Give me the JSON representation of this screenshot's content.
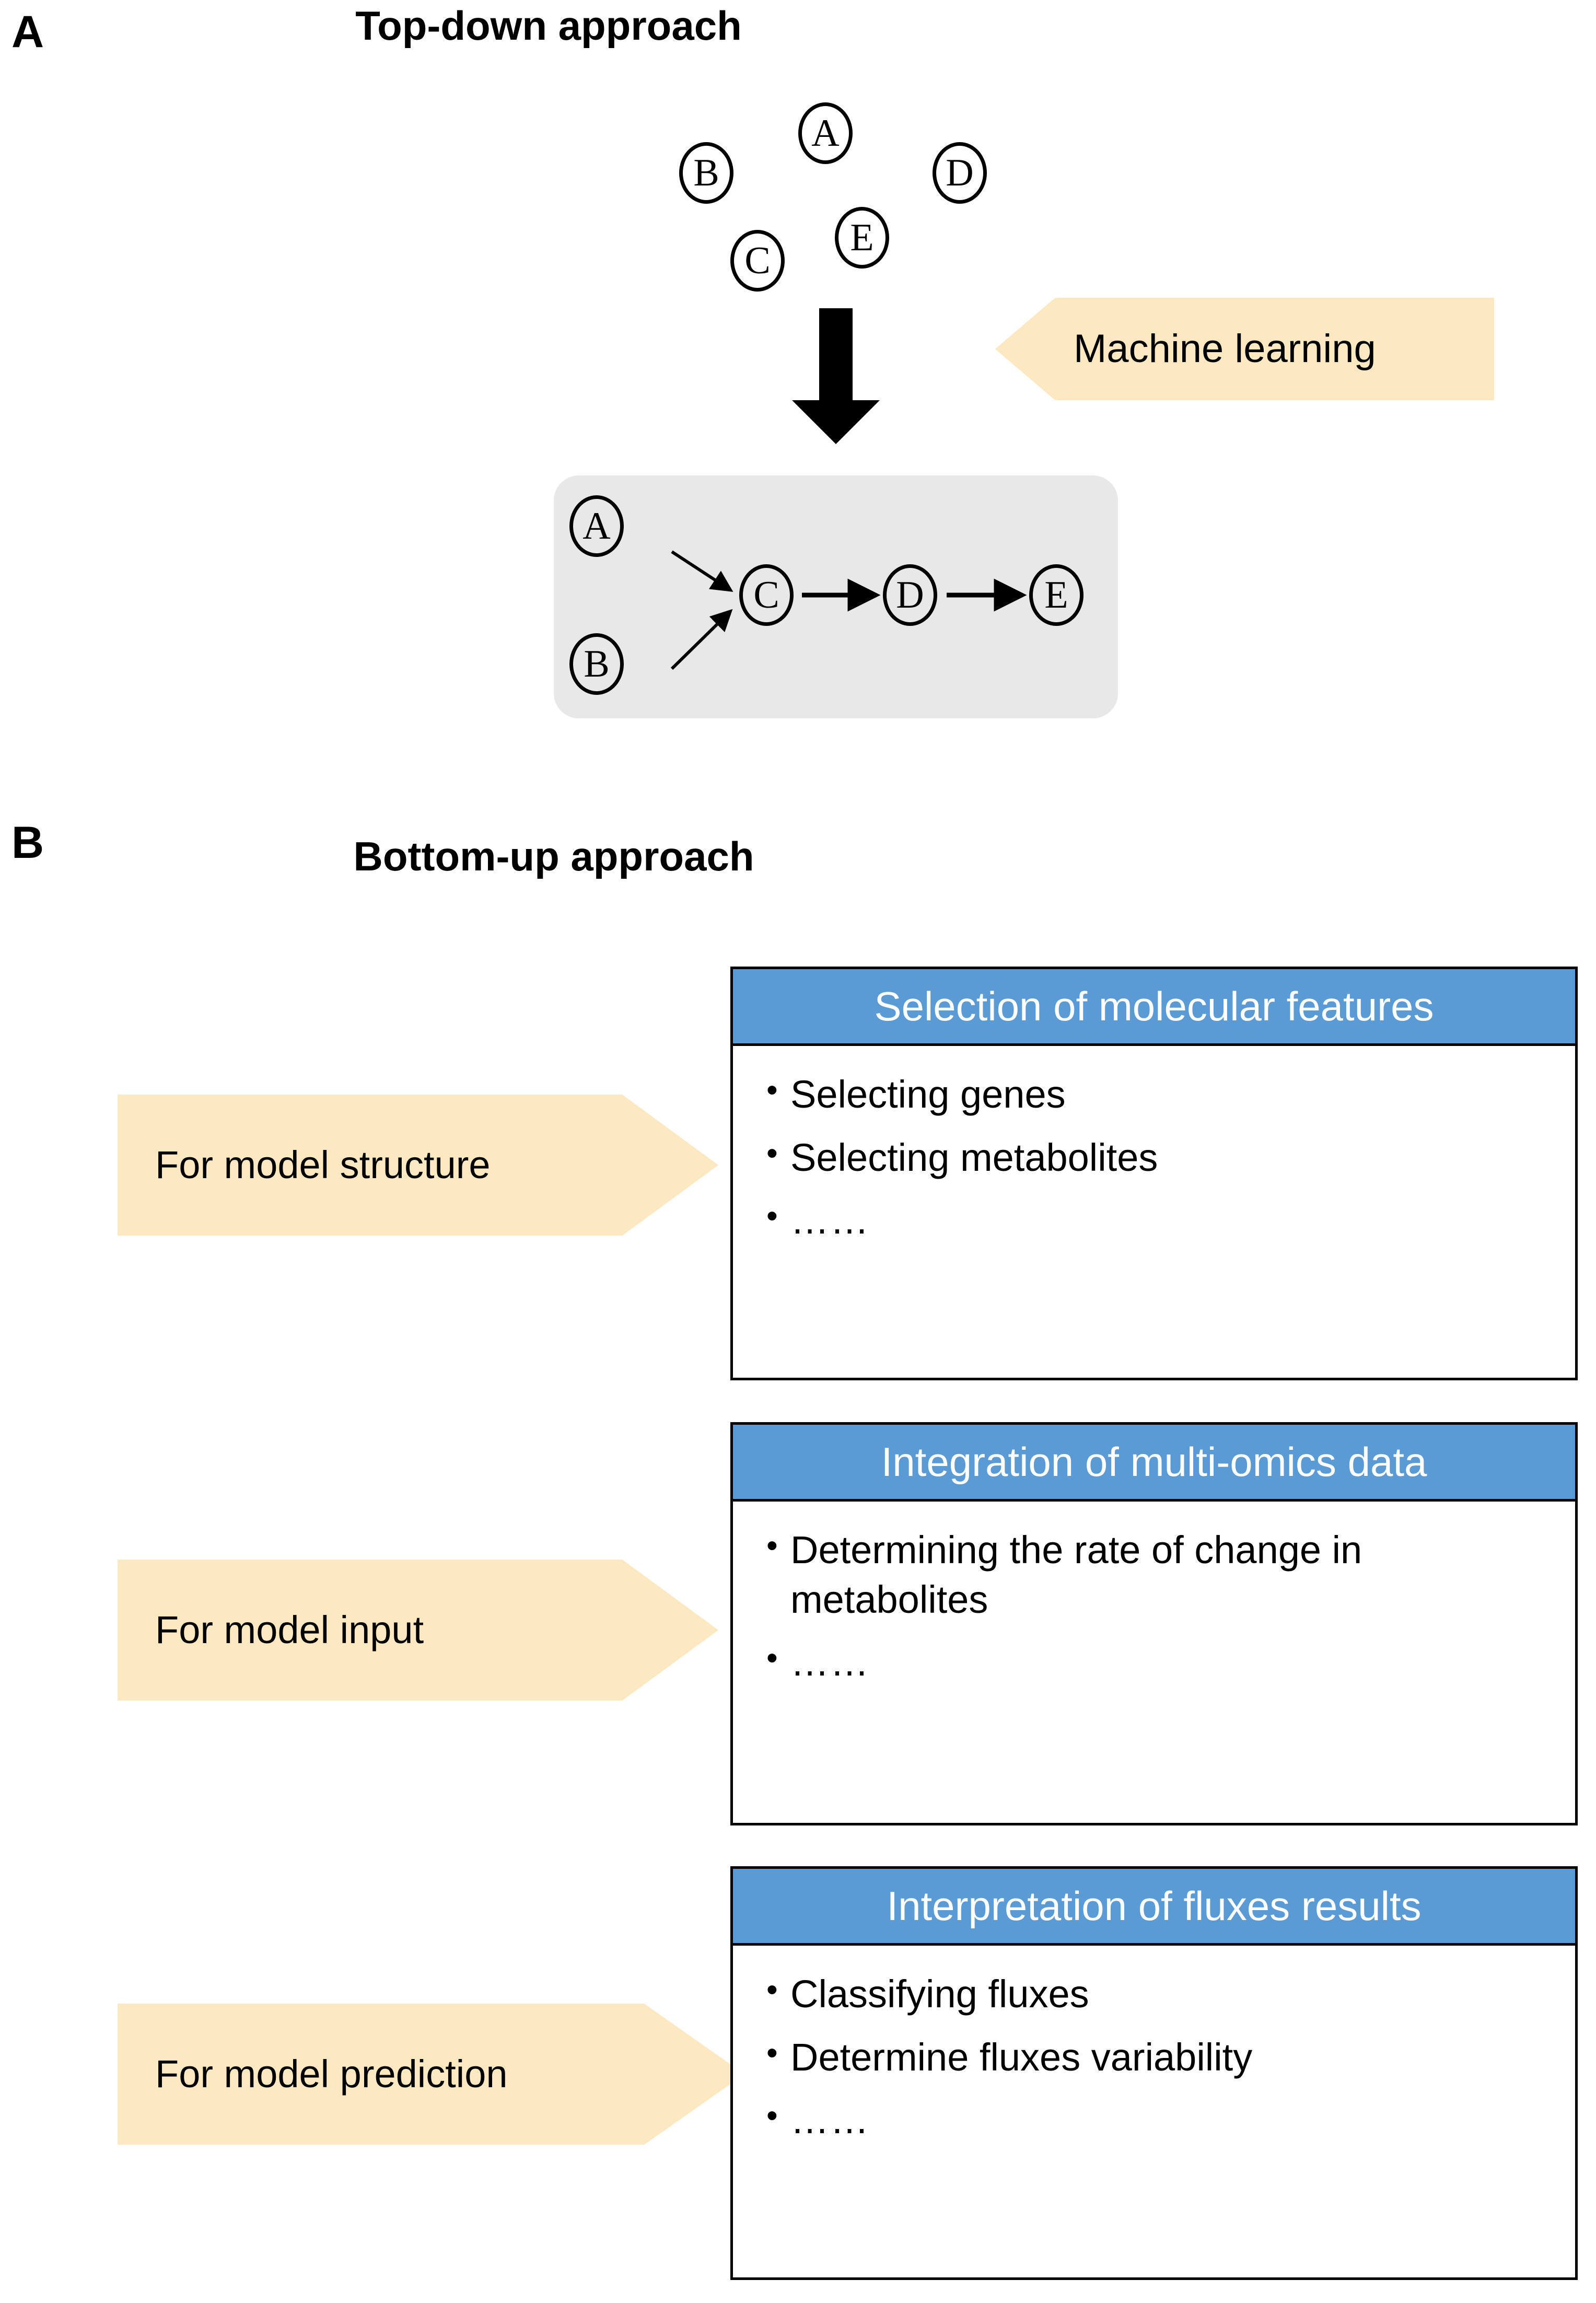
{
  "panels": {
    "a": {
      "letter": "A",
      "title": "Top-down approach",
      "scatter_nodes": [
        {
          "id": "a",
          "label": "Ⓐ",
          "letter": "A"
        },
        {
          "id": "b",
          "label": "Ⓑ",
          "letter": "B"
        },
        {
          "id": "c",
          "label": "Ⓒ",
          "letter": "C"
        },
        {
          "id": "d",
          "label": "Ⓓ",
          "letter": "D"
        },
        {
          "id": "e",
          "label": "Ⓔ",
          "letter": "E"
        }
      ],
      "callout": {
        "label": "Machine learning",
        "fill": "#FCE9C2",
        "direction": "left"
      },
      "arrow": {
        "name": "thick-down-arrow",
        "color": "#000000"
      },
      "pathway": {
        "box_fill": "#E8E8E8",
        "nodes": [
          {
            "id": "a",
            "letter": "A"
          },
          {
            "id": "b",
            "letter": "B"
          },
          {
            "id": "c",
            "letter": "C"
          },
          {
            "id": "d",
            "letter": "D"
          },
          {
            "id": "e",
            "letter": "E"
          }
        ],
        "edges": [
          {
            "from": "A",
            "to": "C"
          },
          {
            "from": "B",
            "to": "C"
          },
          {
            "from": "C",
            "to": "D"
          },
          {
            "from": "D",
            "to": "E"
          }
        ]
      }
    },
    "b": {
      "letter": "B",
      "title": "Bottom-up approach",
      "header_fill": "#5B9BD5",
      "header_text_color": "#FFFFFF",
      "callout_fill": "#FCE9C2",
      "stages": [
        {
          "callout": "For model structure",
          "header": "Selection of molecular features",
          "bullets": [
            "Selecting genes",
            "Selecting metabolites",
            "……"
          ]
        },
        {
          "callout": "For model input",
          "header": "Integration of multi-omics data",
          "bullets": [
            "Determining the rate of change in metabolites",
            "……"
          ]
        },
        {
          "callout": "For model prediction",
          "header": "Interpretation of fluxes results",
          "bullets": [
            "Classifying fluxes",
            "Determine fluxes variability",
            "……"
          ]
        }
      ]
    }
  },
  "bullet_glyph": "•"
}
